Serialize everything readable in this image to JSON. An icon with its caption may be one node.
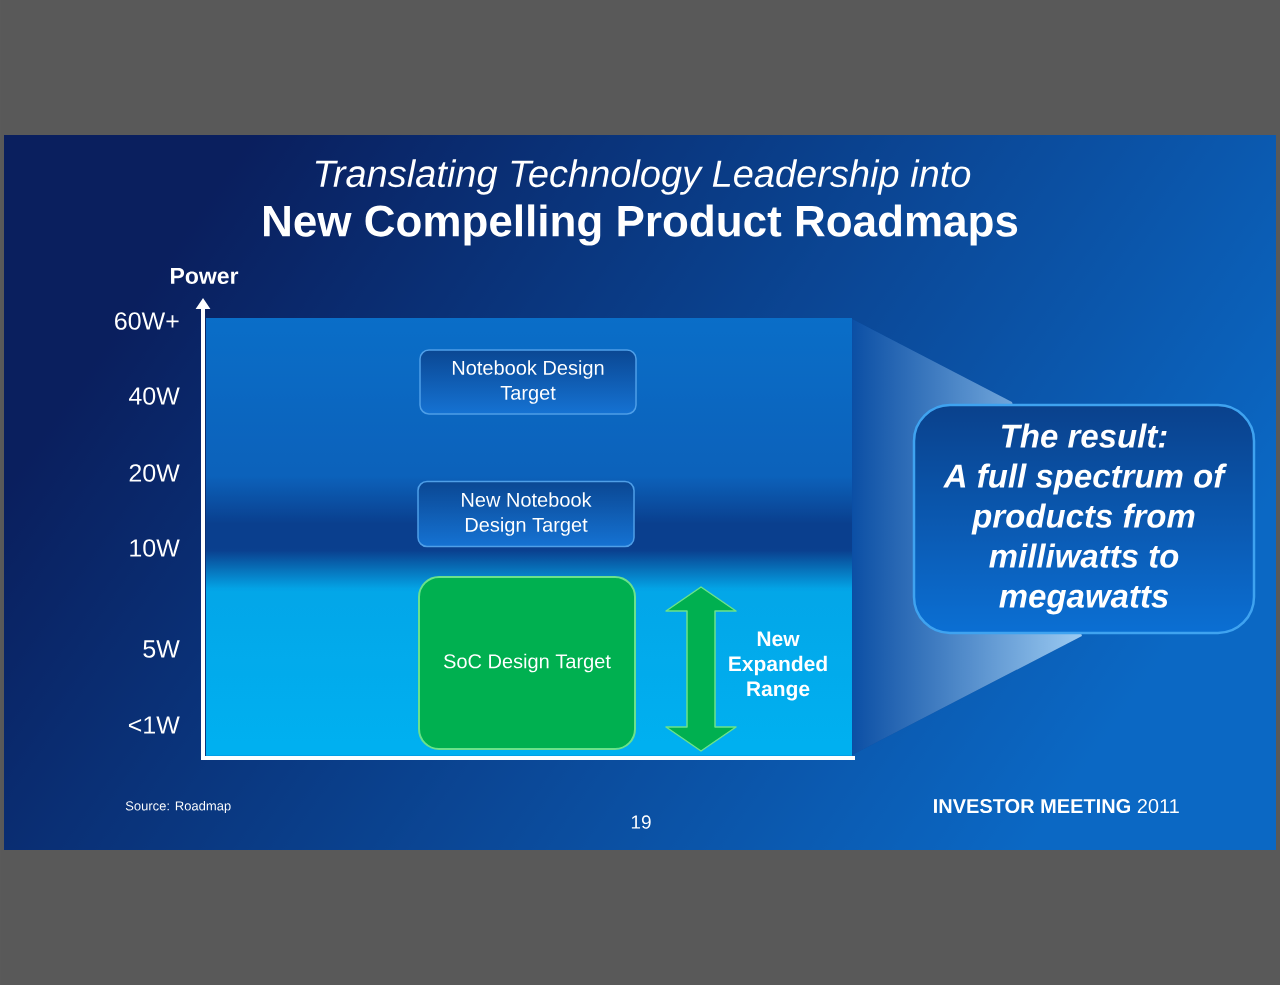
{
  "diagram": {
    "title": "New Compelling Product Roadmaps",
    "nodes": [
      {
        "text": [
          "Notebook Design Target"
        ]
      },
      {
        "text": [
          "New Notebook Design Target"
        ]
      },
      {
        "text": [
          "SoC Design Target"
        ]
      },
      {
        "text": [
          "The result:",
          "A full spectrum of products from milliwatts to megawatts"
        ]
      }
    ],
    "labels": [
      "Translating Technology Leadership into",
      "Power",
      "60W+",
      "40W",
      "20W",
      "10W",
      "5W",
      "<1W",
      "New Expanded Range",
      "Source: Roadmap",
      "19",
      "**INVESTOR MEETING** 2011"
    ]
  }
}
